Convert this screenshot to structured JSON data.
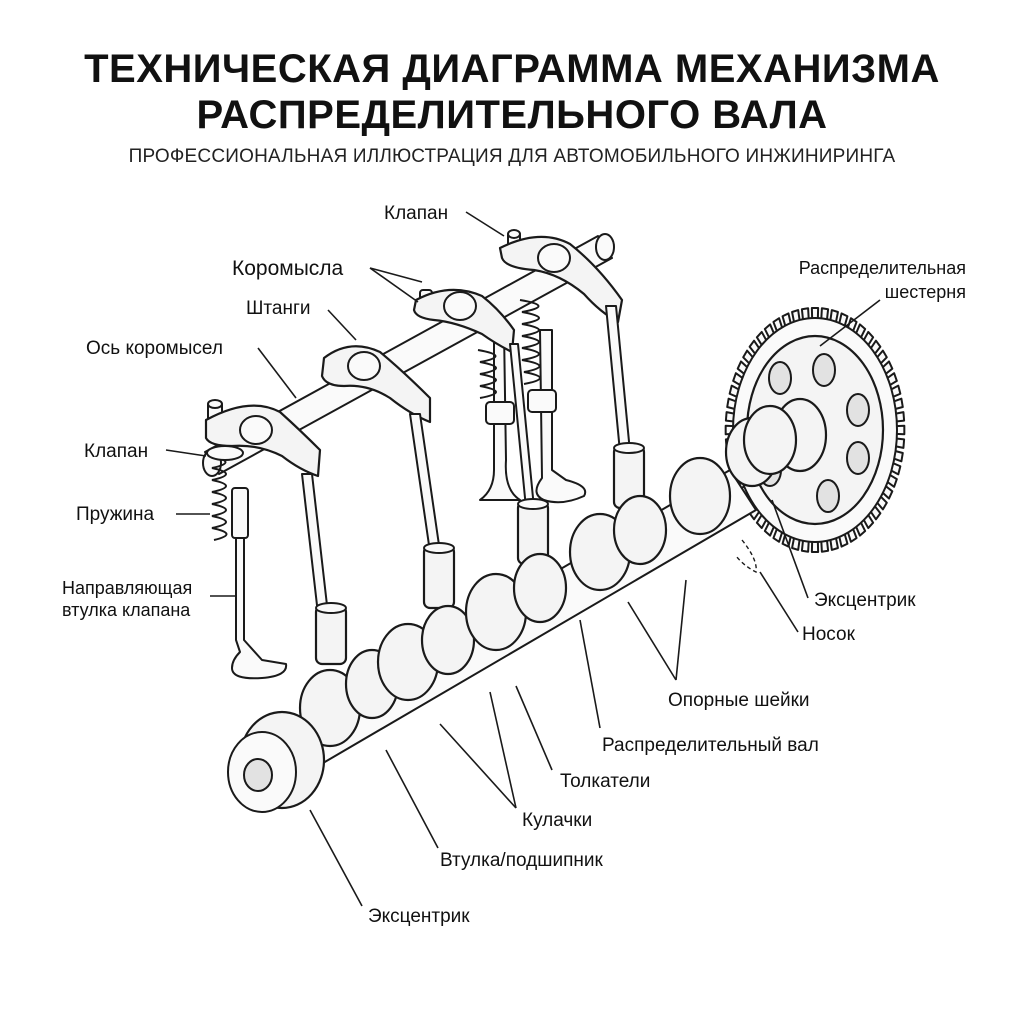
{
  "header": {
    "title_line1": "ТЕХНИЧЕСКАЯ ДИАГРАММА МЕХАНИЗМА",
    "title_line2": "РАСПРЕДЕЛИТЕЛЬНОГО ВАЛА",
    "subtitle": "ПРОФЕССИОНАЛЬНАЯ ИЛЛЮСТРАЦИЯ ДЛЯ АВТОМОБИЛЬНОГО ИНЖИНИРИНГА"
  },
  "labels": {
    "valve_top": "Клапан",
    "rocker_arms": "Коромысла",
    "pushrods": "Штанги",
    "rocker_shaft": "Ось коромысел",
    "valve_left": "Клапан",
    "spring": "Пружина",
    "valve_guide_line1": "Направляющая",
    "valve_guide_line2": "втулка клапана",
    "timing_gear_line1": "Распределительная",
    "timing_gear_line2": "шестерня",
    "eccentric_right": "Эксцентрик",
    "nose": "Носок",
    "journals": "Опорные шейки",
    "camshaft": "Распределительный вал",
    "tappets": "Толкатели",
    "cams": "Кулачки",
    "bushing": "Втулка/подшипник",
    "eccentric_bottom": "Эксцентрик"
  },
  "colors": {
    "line": "#1a1a1a",
    "fill": "#f4f4f4",
    "background": "#ffffff"
  }
}
